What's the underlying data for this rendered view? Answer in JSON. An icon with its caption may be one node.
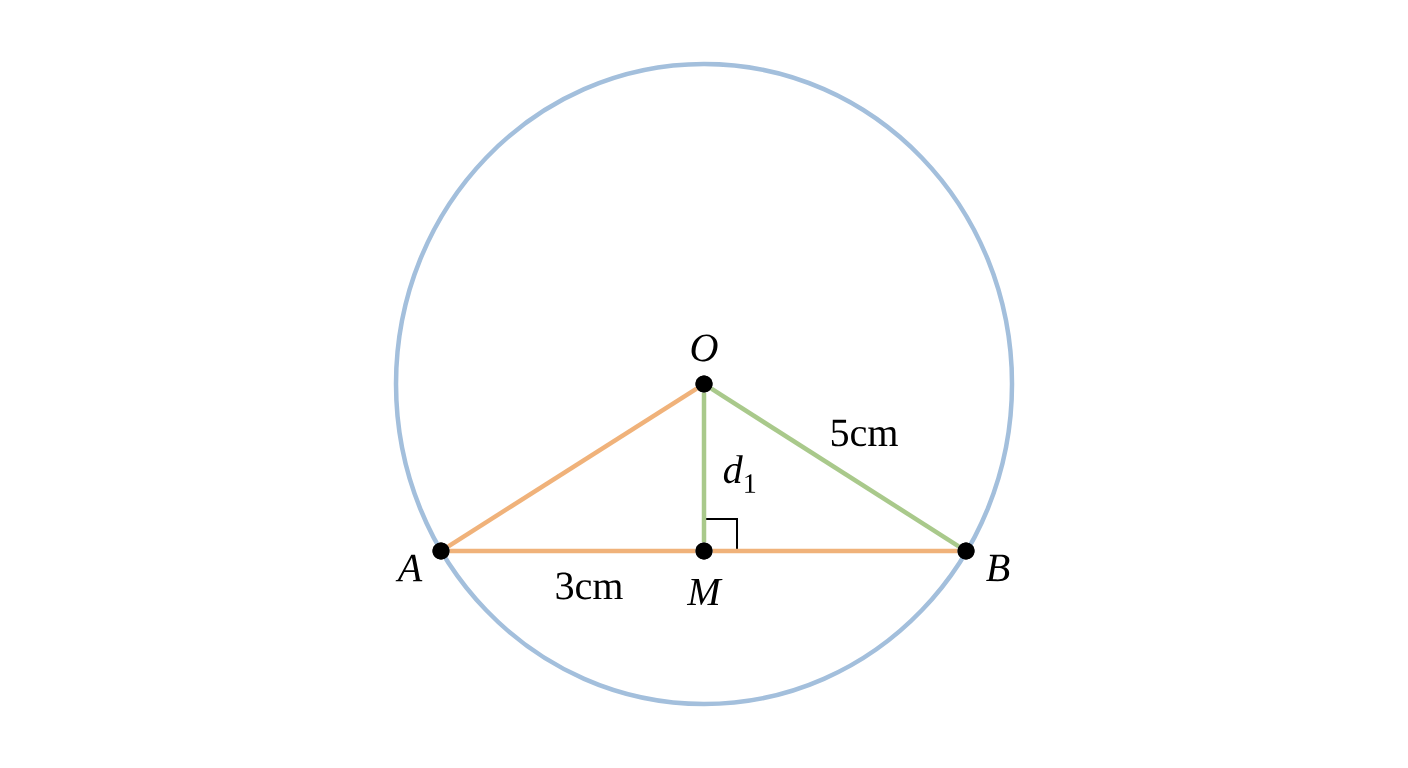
{
  "diagram": {
    "nodes": [
      {
        "text": [
          "O"
        ]
      },
      {
        "text": [
          "A"
        ]
      },
      {
        "text": [
          "M"
        ]
      },
      {
        "text": [
          "B"
        ]
      }
    ],
    "edges": [
      {
        "from": 0,
        "to": 1,
        "arrow": "none"
      },
      {
        "from": 0,
        "to": 2,
        "arrow": "none",
        "label": "*d*$_{1}$",
        "color": "#a9c98b"
      },
      {
        "from": 0,
        "to": 3,
        "arrow": "none",
        "label": "5cm",
        "color": "#a9c98b"
      },
      {
        "from": 1,
        "to": 2,
        "arrow": "none",
        "label": "3cm"
      },
      {
        "from": 2,
        "to": 3,
        "arrow": "none"
      }
    ]
  }
}
